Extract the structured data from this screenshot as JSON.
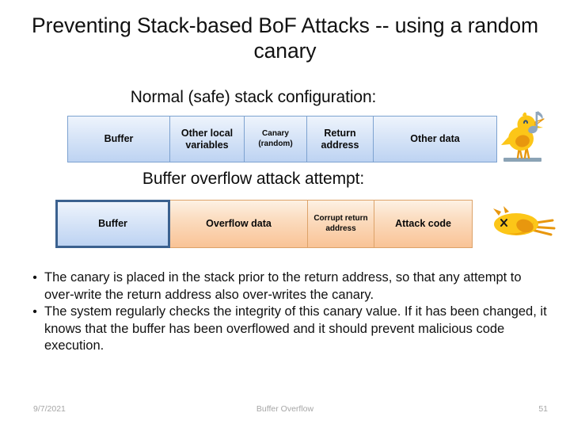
{
  "slide": {
    "title": "Preventing Stack-based BoF Attacks -- using a random canary"
  },
  "sections": {
    "normal_heading": "Normal (safe) stack configuration:",
    "attack_heading": "Buffer overflow attack attempt:"
  },
  "diagram_normal": {
    "name": "normal-stack-configuration",
    "cells": [
      {
        "label": "Buffer",
        "style": "blue",
        "small": false
      },
      {
        "label": "Other local variables",
        "style": "blue",
        "small": false
      },
      {
        "label": "Canary (random)",
        "style": "blue",
        "small": true
      },
      {
        "label": "Return address",
        "style": "blue",
        "small": false
      },
      {
        "label": "Other data",
        "style": "blue",
        "small": false
      }
    ]
  },
  "diagram_attack": {
    "name": "buffer-overflow-attack-attempt",
    "cells": [
      {
        "label": "Buffer",
        "style": "blue",
        "small": false,
        "highlight": true
      },
      {
        "label": "Overflow data",
        "style": "orange",
        "small": false
      },
      {
        "label": "Corrupt return address",
        "style": "orange",
        "small": true
      },
      {
        "label": "Attack code",
        "style": "orange",
        "small": false
      }
    ]
  },
  "illustrations": {
    "alive_canary": "singing-canary-icon",
    "music_note": "music-note-icon",
    "dead_canary": "dead-canary-icon"
  },
  "bullets": [
    "The canary is placed in the stack prior to the return address, so that any attempt to over-write the return address also over-writes the canary.",
    "The system regularly checks the integrity of this canary value.  If it has been changed, it knows that the buffer has been overflowed and it should prevent malicious code execution."
  ],
  "bullet_marker": "•",
  "footer": {
    "date": "9/7/2021",
    "topic": "Buffer Overflow",
    "page": "51"
  },
  "colors": {
    "blue_fill_top": "#eef4fc",
    "blue_fill_bottom": "#bdd3f2",
    "blue_border": "#7da2d0",
    "buffer_highlight_border": "#3b618f",
    "orange_fill_top": "#fdf1e4",
    "orange_fill_bottom": "#f9c396",
    "orange_border": "#dda36a",
    "canary_yellow": "#fcc618",
    "canary_orange": "#e8970e",
    "perch_gray": "#8ba3b5",
    "footer_gray": "#a6a6a6"
  }
}
